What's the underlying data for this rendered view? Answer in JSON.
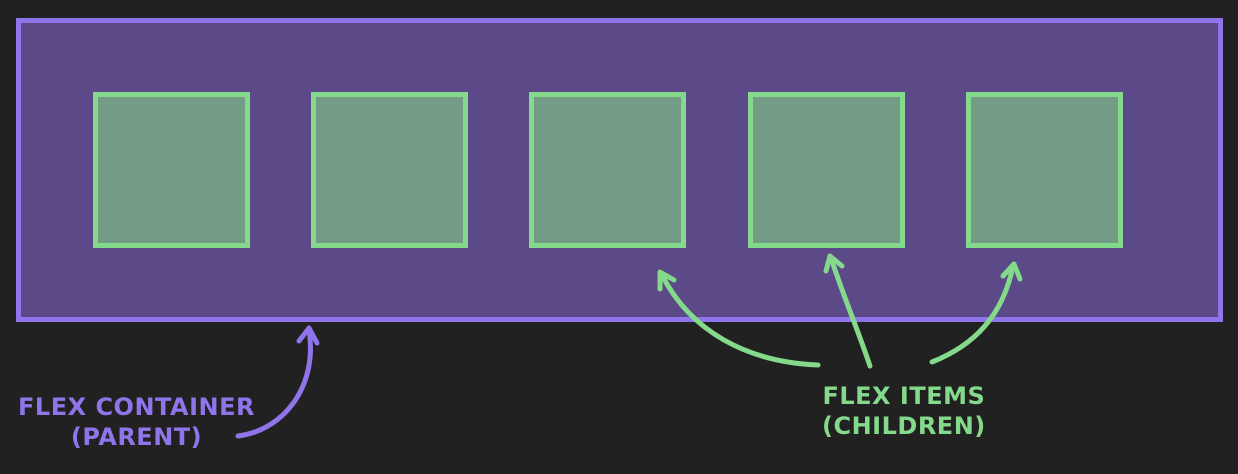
{
  "diagram": {
    "container_label": {
      "line1": "FLEX CONTAINER",
      "line2": "(PARENT)"
    },
    "items_label": {
      "line1": "FLEX ITEMS",
      "line2": "(CHILDREN)"
    },
    "item_count": 5,
    "colors": {
      "background": "#212121",
      "container_border": "#8f74ea",
      "container_fill": "#5b4a87",
      "item_border": "#85d98a",
      "item_fill": "#739c86"
    }
  }
}
